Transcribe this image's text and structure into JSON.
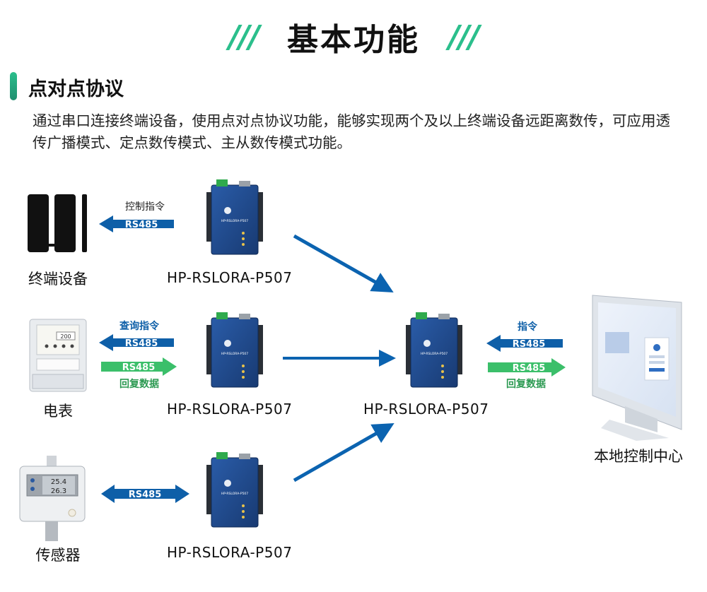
{
  "header": {
    "title": "基本功能",
    "slashes": "///"
  },
  "section": {
    "title": "点对点协议",
    "description": "通过串口连接终端设备，使用点对点协议功能，能够实现两个及以上终端设备远距离数传，可应用透传广播模式、定点数传模式、主从数传模式功能。"
  },
  "devices": {
    "terminal": "终端设备",
    "meter": "电表",
    "sensor": "传感器",
    "control_center": "本地控制中心"
  },
  "modules": {
    "model": "HP-RSLORA-P507",
    "device_text": "HP-RSLORA-P507"
  },
  "arrows": {
    "row1_top_label": "控制指令",
    "row1_bus": "RS485",
    "row2_top_label": "查询指令",
    "row2_bus_out": "RS485",
    "row2_bus_in": "RS485",
    "row2_bottom_label": "回复数据",
    "row3_bus": "RS485",
    "center_top_label": "指令",
    "center_bus_out": "RS485",
    "center_bus_in": "RS485",
    "center_bottom_label": "回复数据"
  },
  "meter_display": "200",
  "sensor_display": {
    "line1": "25.4",
    "line2": "26.3"
  },
  "colors": {
    "accent_green": "#2bbf8c",
    "blue_arrow": "#0e5fa8",
    "green_arrow": "#3bbf6a",
    "module_blue": "#1e3f7a",
    "link_blue": "#0b63b0"
  }
}
